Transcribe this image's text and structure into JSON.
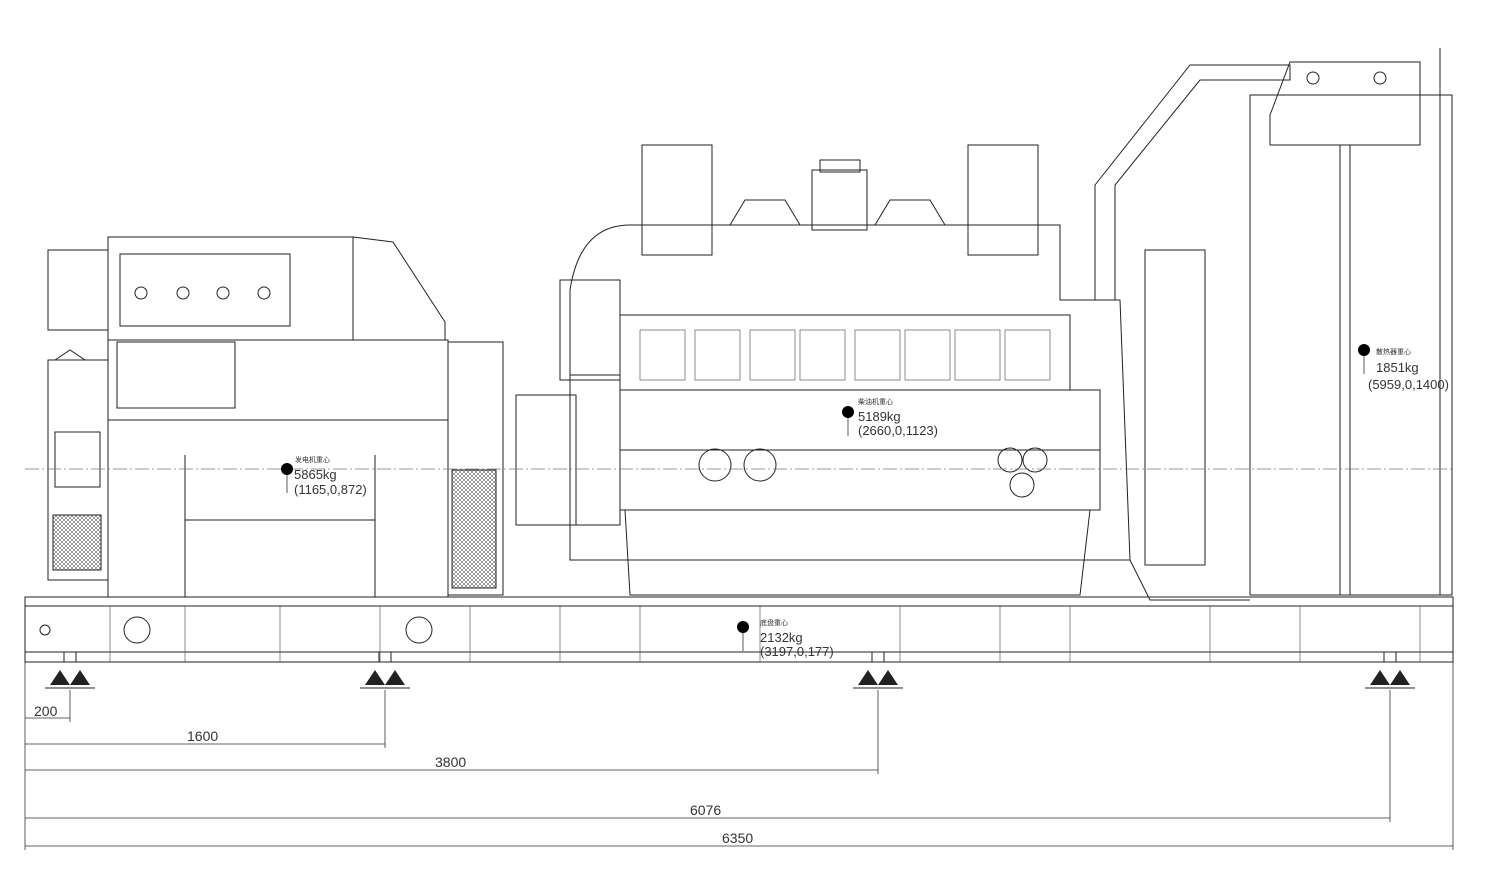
{
  "drawing": {
    "centers_of_gravity": [
      {
        "id": "generator",
        "label": "发电机重心",
        "mass": "5865kg",
        "coords": "(1165,0,872)"
      },
      {
        "id": "engine",
        "label": "柴油机重心",
        "mass": "5189kg",
        "coords": "(2660,0,1123)"
      },
      {
        "id": "radiator",
        "label": "散热器重心",
        "mass": "1851kg",
        "coords": "(5959,0,1400)"
      },
      {
        "id": "base",
        "label": "底盘重心",
        "mass": "2132kg",
        "coords": "(3197,0,177)"
      }
    ],
    "dimensions": [
      {
        "id": "d200",
        "value": "200"
      },
      {
        "id": "d1600",
        "value": "1600"
      },
      {
        "id": "d3800",
        "value": "3800"
      },
      {
        "id": "d6076",
        "value": "6076"
      },
      {
        "id": "d6350",
        "value": "6350"
      }
    ]
  }
}
